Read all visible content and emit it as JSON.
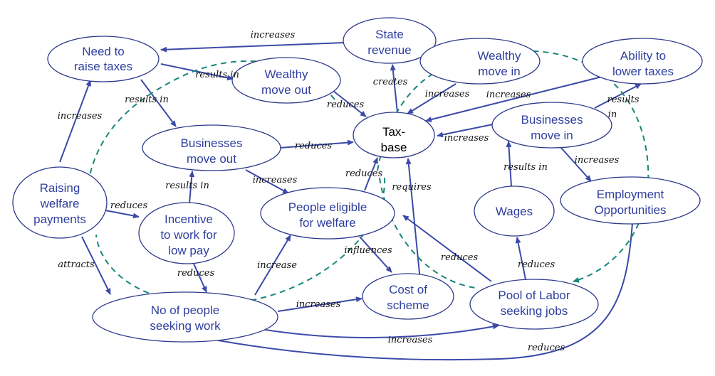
{
  "nodes": {
    "need_raise_taxes": [
      "Need to",
      "raise taxes"
    ],
    "state_revenue": [
      "State",
      "revenue"
    ],
    "wealthy_move_out": [
      "Wealthy",
      "move out"
    ],
    "wealthy_move_in": [
      "Wealthy",
      "move in"
    ],
    "ability_lower_taxes": [
      "Ability to",
      "lower taxes"
    ],
    "businesses_move_out": [
      "Businesses",
      "move out"
    ],
    "tax_base": [
      "Tax-",
      "base"
    ],
    "businesses_move_in": [
      "Businesses",
      "move in"
    ],
    "raising_welfare": [
      "Raising",
      "welfare",
      "payments"
    ],
    "incentive": [
      "Incentive",
      "to work for",
      "low pay"
    ],
    "people_eligible": [
      "People eligible",
      "for welfare"
    ],
    "wages": [
      "Wages"
    ],
    "employment": [
      "Employment",
      "Opportunities"
    ],
    "cost_scheme": [
      "Cost of",
      "scheme"
    ],
    "no_people_seeking": [
      "No of people",
      "seeking work"
    ],
    "pool_labor": [
      "Pool of Labor",
      "seeking jobs"
    ]
  },
  "edges": {
    "state_to_need": "increases",
    "need_to_wealthy_out": "results in",
    "need_to_bus_out": "results in",
    "wealthy_out_to_tax": "reduces",
    "tax_to_state": "creates",
    "wealthy_in_to_tax": "increases",
    "ability_to_tax": "increases",
    "bus_in_to_ability": [
      "results",
      "in"
    ],
    "bus_in_to_tax": "increases",
    "raising_to_need": "increases",
    "bus_out_to_tax": "reduces",
    "bus_out_to_eligible": "increases",
    "eligible_to_tax": "reduces",
    "pool_to_tax": "requires",
    "incentive_to_bus_out": "results in",
    "wages_to_bus_in": "results in",
    "bus_in_to_employment": "increases",
    "raising_to_incentive": "reduces",
    "raising_to_seeking": "attracts",
    "incentive_to_seeking": "reduces",
    "seeking_to_eligible": "increase",
    "eligible_to_cost": "influences",
    "pool_to_eligible": "reduces",
    "pool_to_wages": "reduces",
    "seeking_to_cost": "increases",
    "seeking_to_pool": "increases",
    "employment_to_seeking": "reduces"
  },
  "colors": {
    "node_text": "#2f3f9e",
    "edge": "#3b4aa8",
    "loop": "#16877a"
  }
}
